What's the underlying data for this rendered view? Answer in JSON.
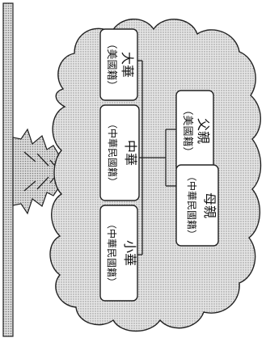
{
  "family_tree": {
    "parents": [
      {
        "role": "父親",
        "nationality": "（美國籍）"
      },
      {
        "role": "母親",
        "nationality": "（中華民國籍）"
      }
    ],
    "children": [
      {
        "role": "大華",
        "nationality": "（美國籍）"
      },
      {
        "role": "中華",
        "nationality": "（中華民國籍）"
      },
      {
        "role": "小華",
        "nationality": "（中華民國籍）"
      }
    ]
  },
  "colors": {
    "cloud_fill": "#d9d9d9",
    "trunk_fill": "#d0d0d0",
    "ink": "#222222"
  }
}
